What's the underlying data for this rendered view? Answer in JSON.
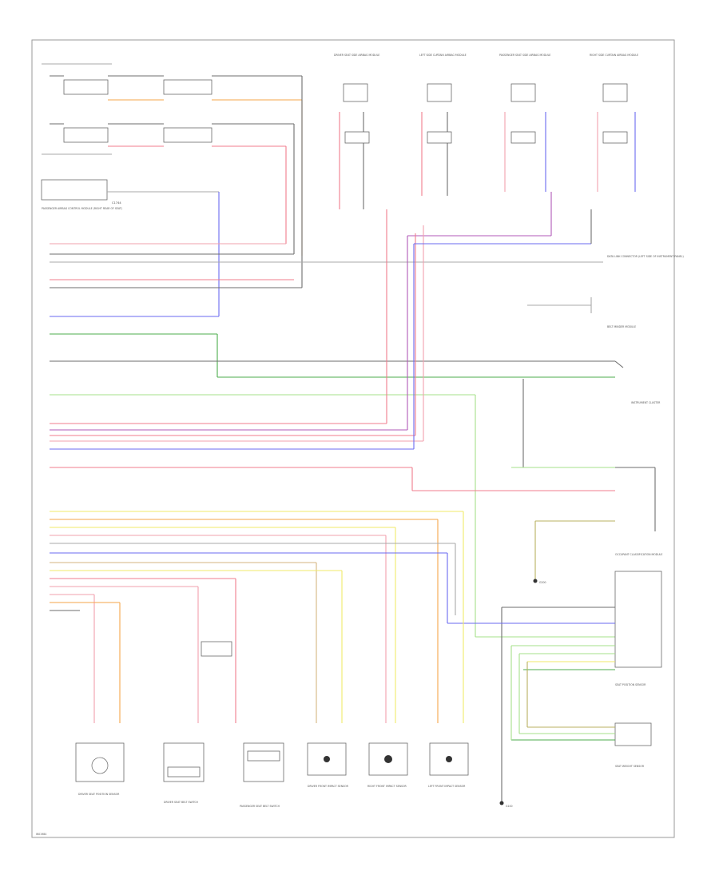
{
  "page_label": "W01984",
  "module": {
    "name": "PASSENGER AIRBAG CONTROL MODULE (RIGHT REAR OF SEAT)",
    "short": "C1744"
  },
  "top_sensors": [
    {
      "name": "DRIVER SEAT SIDE AIRBAG MODULE"
    },
    {
      "name": "LEFT SIDE CURTAIN AIRBAG MODULE"
    },
    {
      "name": "PASSENGER SEAT SIDE AIRBAG MODULE"
    },
    {
      "name": "RIGHT SIDE CURTAIN AIRBAG MODULE"
    }
  ],
  "right_labels": [
    {
      "name": "DATA LINK CONNECTOR (LEFT SIDE OF INSTRUMENT PANEL)"
    },
    {
      "name": "BELT MINDER MODULE"
    },
    {
      "name": "INSTRUMENT CLUSTER"
    },
    {
      "name": "OCCUPANT CLASSIFICATION MODULE"
    },
    {
      "name": "SEAT POSITION SENSOR"
    },
    {
      "name": "SEAT WEIGHT SENSOR"
    }
  ],
  "bottom_components": [
    {
      "name": "DRIVER SEAT POSITION SENSOR"
    },
    {
      "name": "DRIVER SEAT BELT SWITCH"
    },
    {
      "name": "PASSENGER SEAT BELT SWITCH"
    },
    {
      "name": "DRIVER FRONT IMPACT SENSOR"
    },
    {
      "name": "RIGHT FRONT IMPACT SENSOR"
    },
    {
      "name": "LEFT FRONT IMPACT SENSOR"
    }
  ],
  "ground_labels": [
    {
      "name": "G100"
    },
    {
      "name": "G200"
    }
  ]
}
